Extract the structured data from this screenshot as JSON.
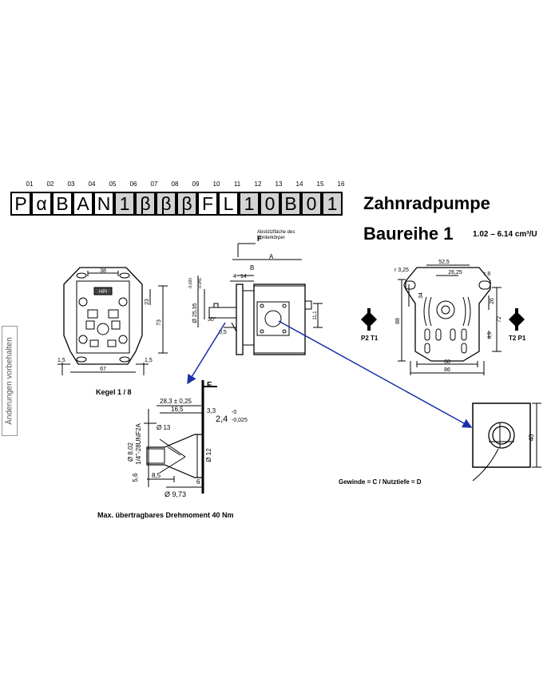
{
  "code_positions": [
    "01",
    "02",
    "03",
    "04",
    "05",
    "06",
    "07",
    "08",
    "09",
    "10",
    "11",
    "12",
    "13",
    "14",
    "15",
    "16"
  ],
  "code_chars": [
    "P",
    "α",
    "B",
    "A",
    "N",
    "1",
    "β",
    "β",
    "β",
    "F",
    "L",
    "1",
    "0",
    "B",
    "0",
    "1"
  ],
  "code_shaded": [
    false,
    false,
    false,
    false,
    false,
    true,
    true,
    true,
    true,
    false,
    false,
    true,
    true,
    true,
    true,
    true
  ],
  "title_line1": "Zahnradpumpe",
  "title_line2": "Baureihe 1",
  "displacement_range": "1.02 – 6.14 cm³/U",
  "sidebar_text": "Änderungen vorbehalten",
  "front_view": {
    "dims": [
      "38",
      "23",
      "73",
      "1,5",
      "67",
      "1,5"
    ],
    "badge": "HPI"
  },
  "side_view": {
    "label_F": "F",
    "note_line1": "Abstützfläche des",
    "note_line2": "Vorderkörper",
    "label_A": "A",
    "label_B": "B",
    "dims": [
      "4",
      "14",
      "Ø 25,35",
      "-0,020",
      "-0,041",
      "30°",
      "0,5",
      "11,1"
    ]
  },
  "rear_view": {
    "dims": [
      "52,5",
      "r 3,25",
      "26,25",
      "r 8",
      "34",
      "26",
      "88",
      "72",
      "6,5",
      "68",
      "86"
    ],
    "port_left": "P2 T1",
    "port_right": "T2 P1"
  },
  "shaft_detail": {
    "title": "Kegel 1 / 8",
    "label_F": "F",
    "dims": [
      "28,3 ± 0,25",
      "16,5",
      "3,3",
      "2,4",
      "-0",
      "-0,025",
      "Ø 13",
      "Ø 12",
      "Ø 8,02",
      "1/4\"-28UNF2A",
      "5,6",
      "8,5",
      "6",
      "Ø 9,73"
    ],
    "caption": "Max. übertragbares Drehmoment 40 Nm"
  },
  "port_detail": {
    "dim": "40",
    "caption": "Gewinde = C    / Nutztiefe = D"
  }
}
